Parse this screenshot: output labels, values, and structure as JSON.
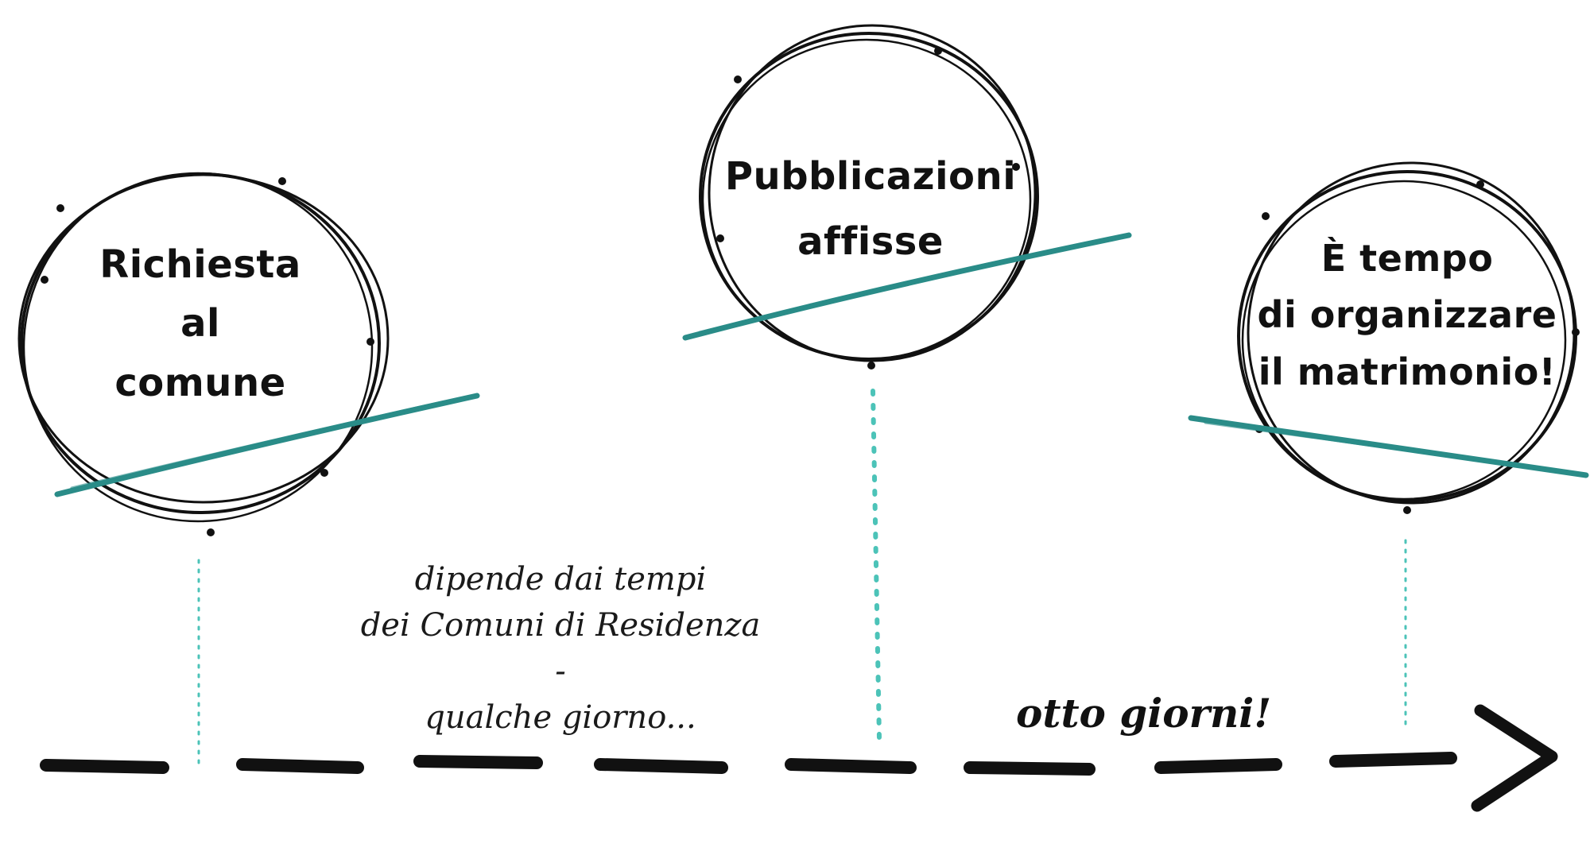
{
  "colors": {
    "ink": "#111111",
    "accent": "#2a8c88",
    "dots": "#4cc3b8"
  },
  "timeline": {
    "steps": [
      {
        "lines": [
          "Richiesta",
          "al",
          "comune"
        ]
      },
      {
        "lines": [
          "Pubblicazioni",
          "affisse"
        ]
      },
      {
        "lines": [
          "È tempo",
          "di organizzare",
          "il matrimonio!"
        ]
      }
    ],
    "note": {
      "lines": [
        "dipende dai tempi",
        "dei Comuni di Residenza",
        "-",
        "qualche giorno..."
      ]
    },
    "duration": "otto giorni!"
  }
}
